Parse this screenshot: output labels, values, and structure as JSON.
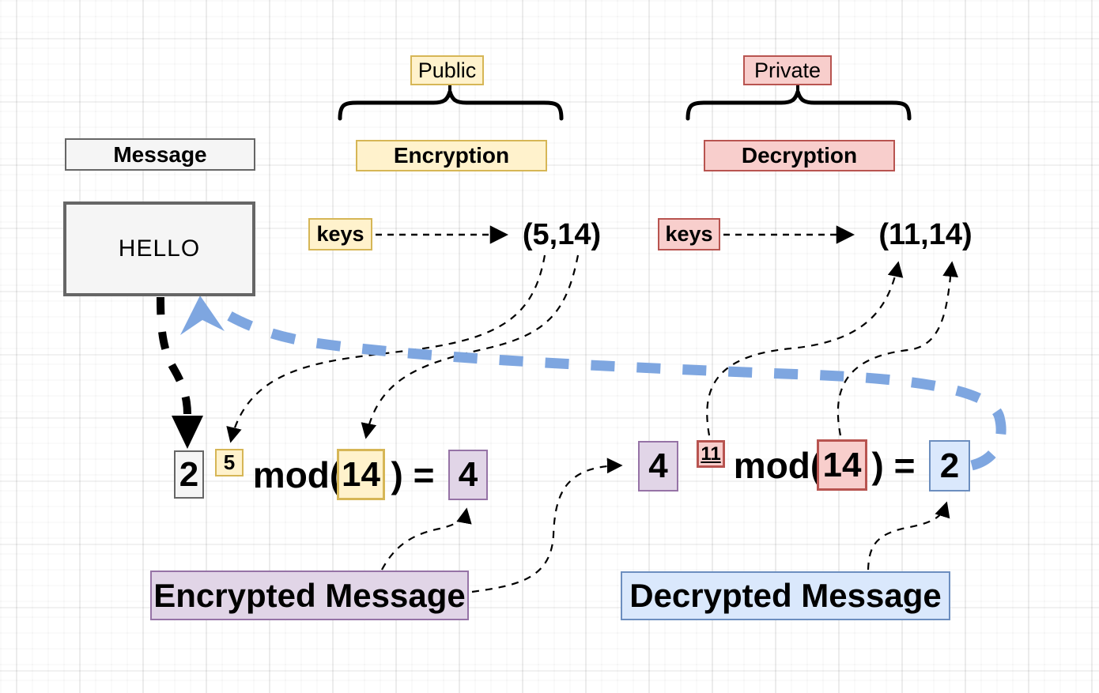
{
  "colors": {
    "yellow_fill": "#FFF2CC",
    "yellow_border": "#D6B656",
    "red_fill": "#F8CECC",
    "red_border": "#B85450",
    "purple_fill": "#E1D5E7",
    "purple_border": "#9673A6",
    "blue_fill": "#DAE8FC",
    "blue_border": "#6C8EBF",
    "gray_fill": "#F5F5F5",
    "gray_border": "#666666",
    "connector_black": "#000000",
    "return_arrow_blue": "#7EA6E0"
  },
  "public_group": {
    "label": "Public",
    "section": "Encryption",
    "keys": "keys",
    "key_pair": "(5,14)"
  },
  "private_group": {
    "label": "Private",
    "section": "Decryption",
    "keys": "keys",
    "key_pair": "(11,14)"
  },
  "message": {
    "header": "Message",
    "value": "HELLO"
  },
  "encryption_equation": {
    "base": "2",
    "exponent": "5",
    "mod_open": "mod(",
    "modulus": "14",
    "close_equals": ") =",
    "result": "4"
  },
  "decryption_equation": {
    "base": "4",
    "exponent": "11",
    "mod_open": "mod(",
    "modulus": "14",
    "close_equals": ") =",
    "result": "2"
  },
  "encrypted_message": {
    "label": "Encrypted Message"
  },
  "decrypted_message": {
    "label": "Decrypted Message"
  }
}
